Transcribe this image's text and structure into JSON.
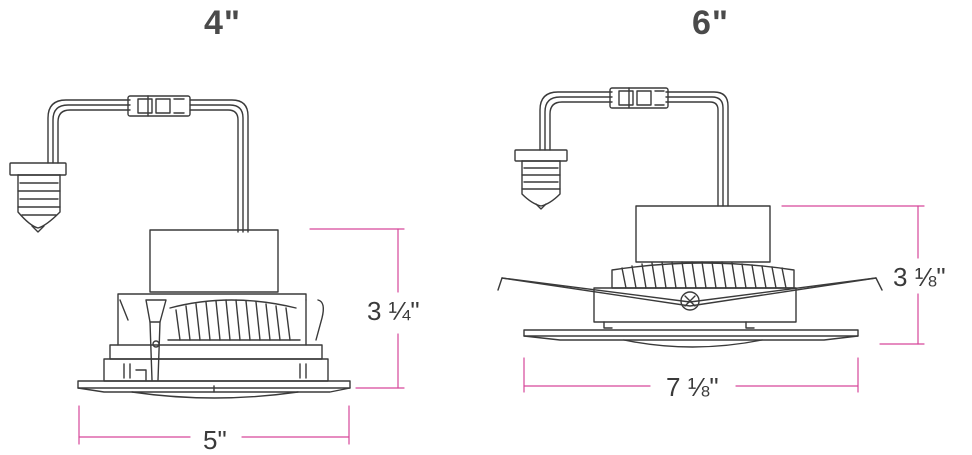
{
  "models": [
    {
      "size_label": "4\"",
      "height_label": "3 ¼\"",
      "width_label": "5\""
    },
    {
      "size_label": "6\"",
      "height_label": "3 ⅛\"",
      "width_label": "7 ⅛\""
    }
  ],
  "colors": {
    "drawing_line": "#3a3a3a",
    "dimension_line": "#d6479a",
    "title_text": "#4a4a4a"
  }
}
